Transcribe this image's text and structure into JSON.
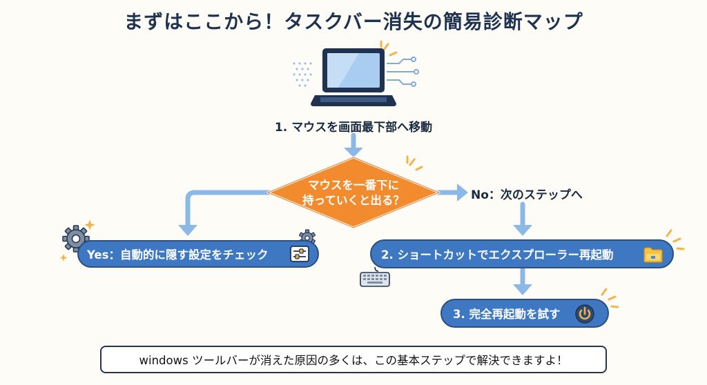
{
  "title": "まずはここから！タスクバー消失の簡易診断マップ",
  "step1": "1. マウスを画面最下部へ移動",
  "decision": {
    "line1": "マウスを一番下に",
    "line2": "持っていくと出る？"
  },
  "no_branch": "No：次のステップへ",
  "yes_branch": "Yes：自動的に隠す設定をチェック",
  "step2": "2. ショートカットでエクスプローラー再起動",
  "step3": "3. 完全再起動を試す",
  "footer_note": "windows ツールバーが消えた原因の多くは、この基本ステップで解決できますよ！",
  "colors": {
    "accent_blue": "#3e78c2",
    "arrow_blue": "#8bb8e6",
    "decision_orange": "#f28a2e",
    "dark_navy": "#1f3350",
    "highlight_yellow": "#f4b34a"
  },
  "icons": [
    "laptop-icon",
    "gear-icon",
    "settings-toggle-icon",
    "keyboard-icon",
    "folder-icon",
    "power-icon"
  ]
}
